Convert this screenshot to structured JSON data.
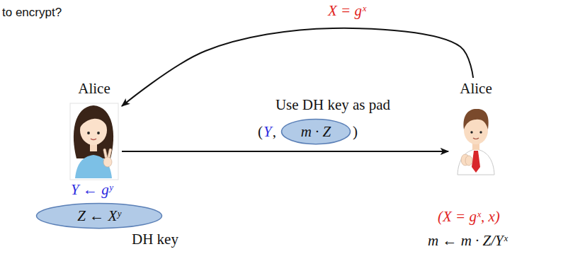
{
  "diagram": {
    "nodes": [
      {
        "text": [
          "Alice"
        ]
      },
      {
        "text": [
          "Alice"
        ]
      },
      {
        "text": [
          "m · Z"
        ]
      },
      {
        "text": [
          "Z ← Xʸ"
        ]
      }
    ],
    "edges": [
      {
        "from": 1,
        "to": 0,
        "arrow": "to",
        "label": "X = gˣ"
      },
      {
        "from": 0,
        "to": 1,
        "arrow": "to",
        "label": "Use DH key as pad"
      }
    ],
    "labels": [
      "to encrypt?",
      "(",
      "Y",
      ",",
      ")",
      "Y ← gʸ",
      "DH key",
      "(X = gˣ, x)",
      "m ← m · Z/Yˣ"
    ]
  }
}
